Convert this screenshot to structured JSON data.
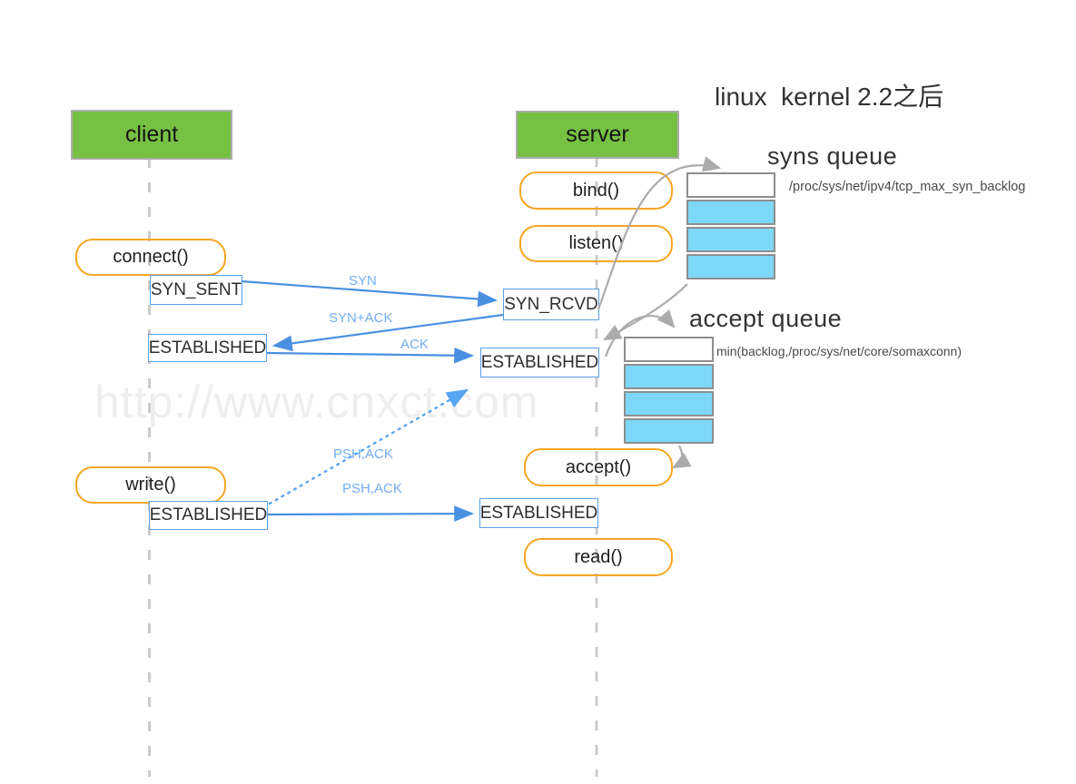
{
  "title": "linux  kernel 2.2之后",
  "watermark": "http://www.cnxct.com",
  "actors": {
    "client": "client",
    "server": "server"
  },
  "client_calls": {
    "connect": "connect()",
    "write": "write()"
  },
  "server_calls": {
    "bind": "bind()",
    "listen": "listen()",
    "accept": "accept()",
    "read": "read()"
  },
  "states": {
    "syn_sent": "SYN_SENT",
    "syn_rcvd": "SYN_RCVD",
    "established": "ESTABLISHED"
  },
  "messages": {
    "syn": "SYN",
    "syn_ack": "SYN+ACK",
    "ack": "ACK",
    "psh_ack_dotted": "PSH,ACK",
    "psh_ack": "PSH,ACK"
  },
  "queues": {
    "syns": {
      "title": "syns queue",
      "note": "/proc/sys/net/ipv4/tcp_max_syn_backlog",
      "cells": [
        "empty",
        "filled",
        "filled",
        "filled"
      ]
    },
    "accept": {
      "title": "accept queue",
      "note": "min(backlog,/proc/sys/net/core/somaxconn)",
      "cells": [
        "empty",
        "filled",
        "filled",
        "filled"
      ]
    }
  },
  "colors": {
    "actor_green": "#76C043",
    "call_orange": "#F5A623",
    "arrow_blue": "#4A90E2",
    "label_blue": "#72AEF2",
    "queue_cell_blue": "#7DD8F8",
    "queue_border_gray": "#8E8E8E",
    "flow_arrow_gray": "#ABABAB",
    "lifeline_gray": "#CBCBCB"
  }
}
